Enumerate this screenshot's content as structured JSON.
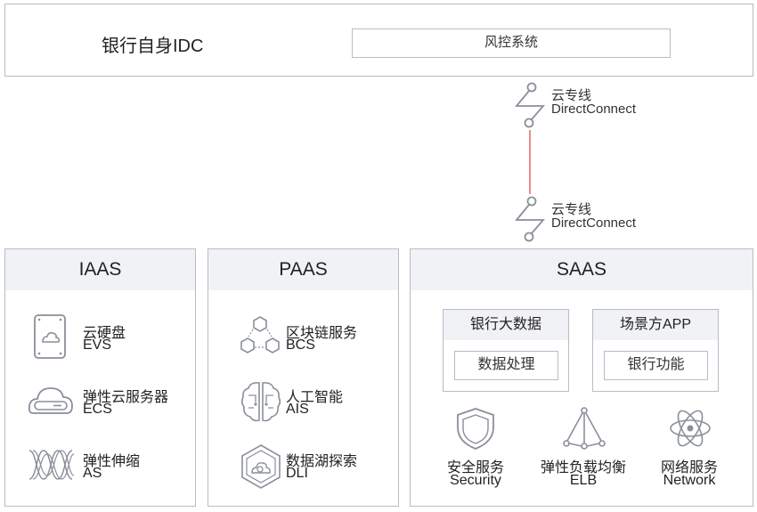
{
  "idc": {
    "title": "银行自身IDC",
    "risk_system": "风控系统"
  },
  "connect_top": {
    "line1": "云专线",
    "line2": "DirectConnect"
  },
  "connect_bottom": {
    "line1": "云专线",
    "line2": "DirectConnect"
  },
  "iaas": {
    "title": "IAAS",
    "items": [
      {
        "cn": "云硬盘",
        "en": "EVS",
        "icon": "disk-icon"
      },
      {
        "cn": "弹性云服务器",
        "en": "ECS",
        "icon": "cloud-server-icon"
      },
      {
        "cn": "弹性伸缩",
        "en": "AS",
        "icon": "wave-icon"
      }
    ]
  },
  "paas": {
    "title": "PAAS",
    "items": [
      {
        "cn": "区块链服务",
        "en": "BCS",
        "icon": "blockchain-icon"
      },
      {
        "cn": "人工智能",
        "en": "AIS",
        "icon": "brain-icon"
      },
      {
        "cn": "数据湖探索",
        "en": "DLI",
        "icon": "data-lake-icon"
      }
    ]
  },
  "saas": {
    "title": "SAAS",
    "bigdata": {
      "title": "银行大数据",
      "sub": "数据处理"
    },
    "app": {
      "title": "场景方APP",
      "sub": "银行功能"
    },
    "services": [
      {
        "cn": "安全服务",
        "en": "Security",
        "icon": "shield-icon"
      },
      {
        "cn": "弹性负载均衡",
        "en": "ELB",
        "icon": "pyramid-icon"
      },
      {
        "cn": "网络服务",
        "en": "Network",
        "icon": "atom-icon"
      }
    ]
  },
  "colors": {
    "border": "#b8bcc6",
    "header_bg": "#f1f2f6",
    "link_line": "#f08a8a",
    "icon_gray": "#8a8f9a"
  }
}
